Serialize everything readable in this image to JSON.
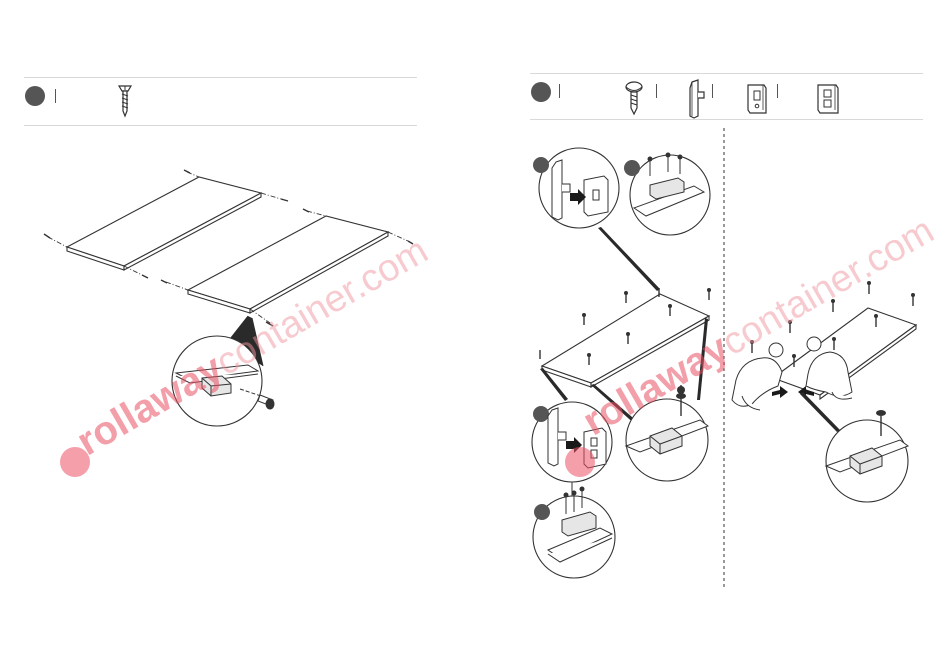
{
  "watermark": {
    "brand": "rollaway",
    "domain": "container.com",
    "color": "#e8506e"
  },
  "left_panel": {
    "step_badge": "step-marker",
    "parts": [
      "screw-icon"
    ]
  },
  "right_panel": {
    "step_badge": "step-marker",
    "parts": [
      "bolt-icon",
      "bracket-post-icon",
      "bracket-plate-icon",
      "bracket-plate-double-icon"
    ]
  },
  "colors": {
    "line": "#333333",
    "rule": "#d9d9d9",
    "badge": "#555555",
    "part_fill": "#e6e6e6",
    "arrow": "#1a1a1a"
  }
}
